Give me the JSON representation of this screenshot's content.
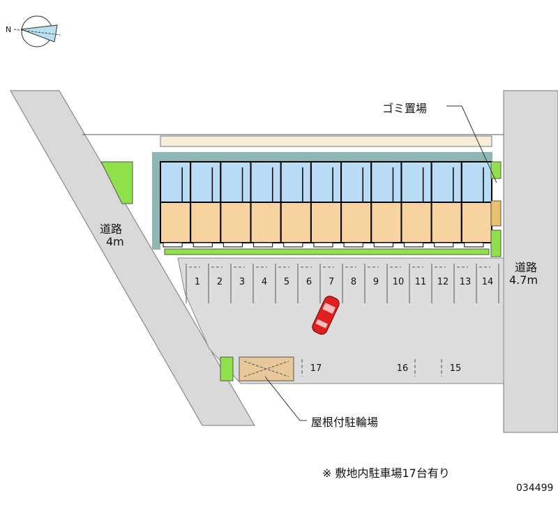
{
  "title_labels": {
    "compass_n": "N",
    "garbage": "ゴミ置場",
    "road_left_line1": "道路",
    "road_left_line2": "4m",
    "road_right_line1": "道路",
    "road_right_line2": "4.7m",
    "bicycle_shelter": "屋根付駐輪場",
    "parking_note": "※ 敷地内駐車場17台有り",
    "code": "034499"
  },
  "parking": {
    "row_spaces": [
      "1",
      "2",
      "3",
      "4",
      "5",
      "6",
      "7",
      "8",
      "9",
      "10",
      "11",
      "12",
      "13",
      "14"
    ],
    "bottom_spaces": [
      "17",
      "16",
      "15"
    ]
  },
  "building": {
    "unit_count": 11
  },
  "colors": {
    "road": "#d9d9d9",
    "lot": "#dcdcdc",
    "green": "#8fe04a",
    "unit_living": "#f7d3a0",
    "unit_wet": "#b8dcf5",
    "teal": "#8fb5b5",
    "car": "#e02020",
    "shelter": "#e8c89a"
  }
}
